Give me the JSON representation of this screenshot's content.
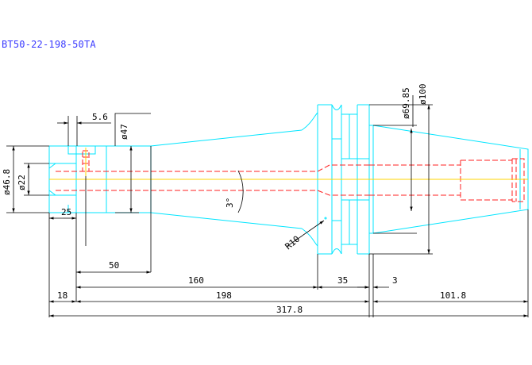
{
  "title": "BT50-22-198-50TA",
  "dimensions": {
    "d_5_6": "5.6",
    "d_phi47": "ø47",
    "d_phi46_8": "ø46.8",
    "d_phi22": "ø22",
    "d_25": "25",
    "d_50": "50",
    "d_160": "160",
    "d_35": "35",
    "d_3": "3",
    "d_18": "18",
    "d_198": "198",
    "d_101_8": "101.8",
    "d_317_8": "317.8",
    "d_phi69_85": "ø69.85",
    "d_phi100": "ø100",
    "d_3deg": "3°",
    "d_r10": "R10"
  },
  "colors": {
    "outline": "#00e5ff",
    "hidden": "#ff2020",
    "centerline": "#ffd400",
    "dimension": "#000000",
    "title": "#3a3aff"
  }
}
